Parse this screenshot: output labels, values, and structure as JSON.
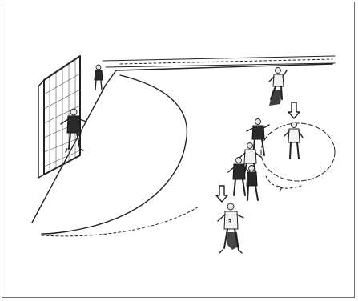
{
  "figure": {
    "players": [
      {
        "role": "goalkeeper",
        "shirt": "dark"
      },
      {
        "role": "player",
        "shirt": "light",
        "number": "3"
      },
      {
        "role": "player",
        "shirt": "dark"
      },
      {
        "role": "player",
        "shirt": "light",
        "marked": true
      },
      {
        "role": "player",
        "shirt": "dark"
      },
      {
        "role": "player",
        "shirt": "light"
      },
      {
        "role": "referee",
        "shirt": "dark"
      }
    ],
    "icons": [
      "goal-net-icon",
      "down-arrow-icon",
      "player-figure-icon"
    ],
    "colors": {
      "ink": "#1c1c1c",
      "paper": "#ffffff",
      "frame": "#6e6e6e"
    }
  }
}
